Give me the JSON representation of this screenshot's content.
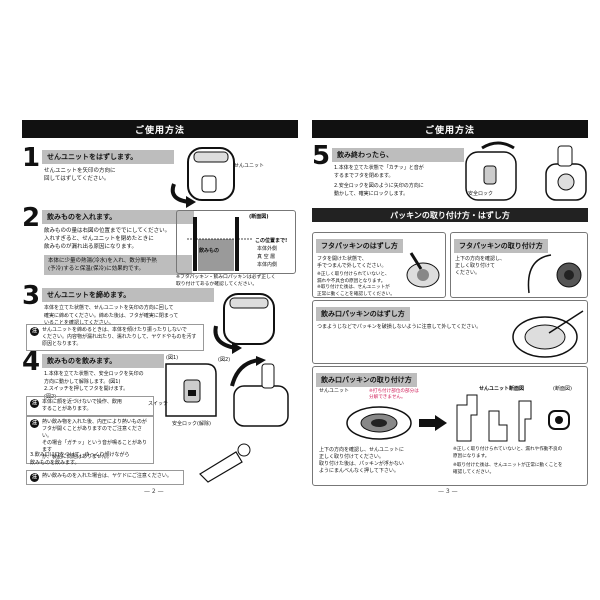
{
  "left": {
    "header": "ご使用方法",
    "step1": {
      "num": "1",
      "title": "せんユニットをはずします。",
      "text": "せんユニットを矢印の方向に\n回してはずしてください。",
      "label": "せんユニット"
    },
    "step2": {
      "num": "2",
      "title": "飲みものを入れます。",
      "text": "飲みものの量は右図の位置まででにしてください。\n入れすぎると、せんユニットを閉めたときに\n飲みものが漏れ出る原因になります。",
      "highlight": "本体に少量の熱湯(冷水)を入れ、数分間予熱\n(予冷)すると保温(保冷)に効果的です。",
      "diagram_title": "(断面図)",
      "diagram_labels": [
        "この位置まで!",
        "本体外側",
        "真 空 層",
        "本体内側"
      ],
      "liquid_label": "飲みもの",
      "note": "※フタパッキン・飲み口パッキンは必ず正しく\n取り付けてあるか確認してください。"
    },
    "step3": {
      "num": "3",
      "title": "せんユニットを締めます。",
      "text": "本体を立てた状態で、せんユニットを矢印の方向に回して\n確実に締めてください。締めた後は、フタが確実に閉まって\nいることを確認してください。",
      "note": "せんユニットを締めるときは、本体を傾けたり振ったりしないで\nください。内容物が漏れ出たり、濡れたりして、ヤケドやものを汚す\n原因となります。"
    },
    "step4": {
      "num": "4",
      "title": "飲みものを飲みます。",
      "fig1": "(図1)",
      "fig2": "(図2)",
      "text1": "1.本体を立てた状態で、安全ロックを矢印の\n  方向に動かして解除します。(図1)",
      "text2": "2.スイッチを押してフタを開けます。\n  (図2)",
      "switch_label": "スイッチ",
      "lock_label": "安全ロック(解除)",
      "note1": "本体に顔を近づけないで操作、飲用\nすることがあります。",
      "note2": "熱い飲み物を入れた後、内圧により熱いものが\nフタが開くことがありますのでご注意ください。\nその場合「ガチッ」という音が鳴ることがあります\nが、製品に問題はありません。",
      "text3": "3.飲み口に口をつけて、ゆっくり傾けながら\n  飲みものを飲みます。",
      "note3": "熱い飲みものを入れた場合は、ヤケドにご注意ください。"
    },
    "page_number": "— 2 —"
  },
  "right": {
    "header": "ご使用方法",
    "step5": {
      "num": "5",
      "title": "飲み終わったら、",
      "text1": "1.本体を立てた状態で「カチッ」と音が\n  するまでフタを閉めます。",
      "text2": "2.安全ロックを図のように矢印の方向に\n  動かして、確実にロックします。",
      "lock_label": "安全ロック"
    },
    "packing_header": "パッキンの取り付け方・はずし方",
    "lid_remove": {
      "title": "フタパッキンのはずし方",
      "text": "フタを開けた状態で、\n手でつまんで外してください。",
      "note1": "※正しく取り付けられていないと、\n  漏れや不具合の原因となります。",
      "note2": "※取り付けた後は、せんユニットが\n  正常に動くことを確認してください。"
    },
    "lid_attach": {
      "title": "フタパッキンの取り付け方",
      "text": "上下の方向を確認し、\n正しく取り付けて\nください。"
    },
    "mouth_remove": {
      "title": "飲み口パッキンのはずし方",
      "text": "つまようじなどでパッキンを破損しないように注意して外してください。"
    },
    "mouth_attach": {
      "title": "飲み口パッキンの取り付け方",
      "unit_label": "せんユニット",
      "red_note": "※打ち付け部位の部分は\n分解できません。",
      "section_title": "せんユニット断面図",
      "section_label": "(断面図)",
      "text": "上下の方向を確認し、せんユニットに\n正しく取り付けてください。\n取り付けた後は、パッキンが浮かない\nようにまんべんなく押して下さい。",
      "note1": "※正しく取り付けられていないと、漏れや作動不良の\n  原因になります。",
      "note2": "※取り付けた後は、せんユニットが正常に動くことを\n  確認してください。"
    },
    "page_number": "— 3 —"
  }
}
